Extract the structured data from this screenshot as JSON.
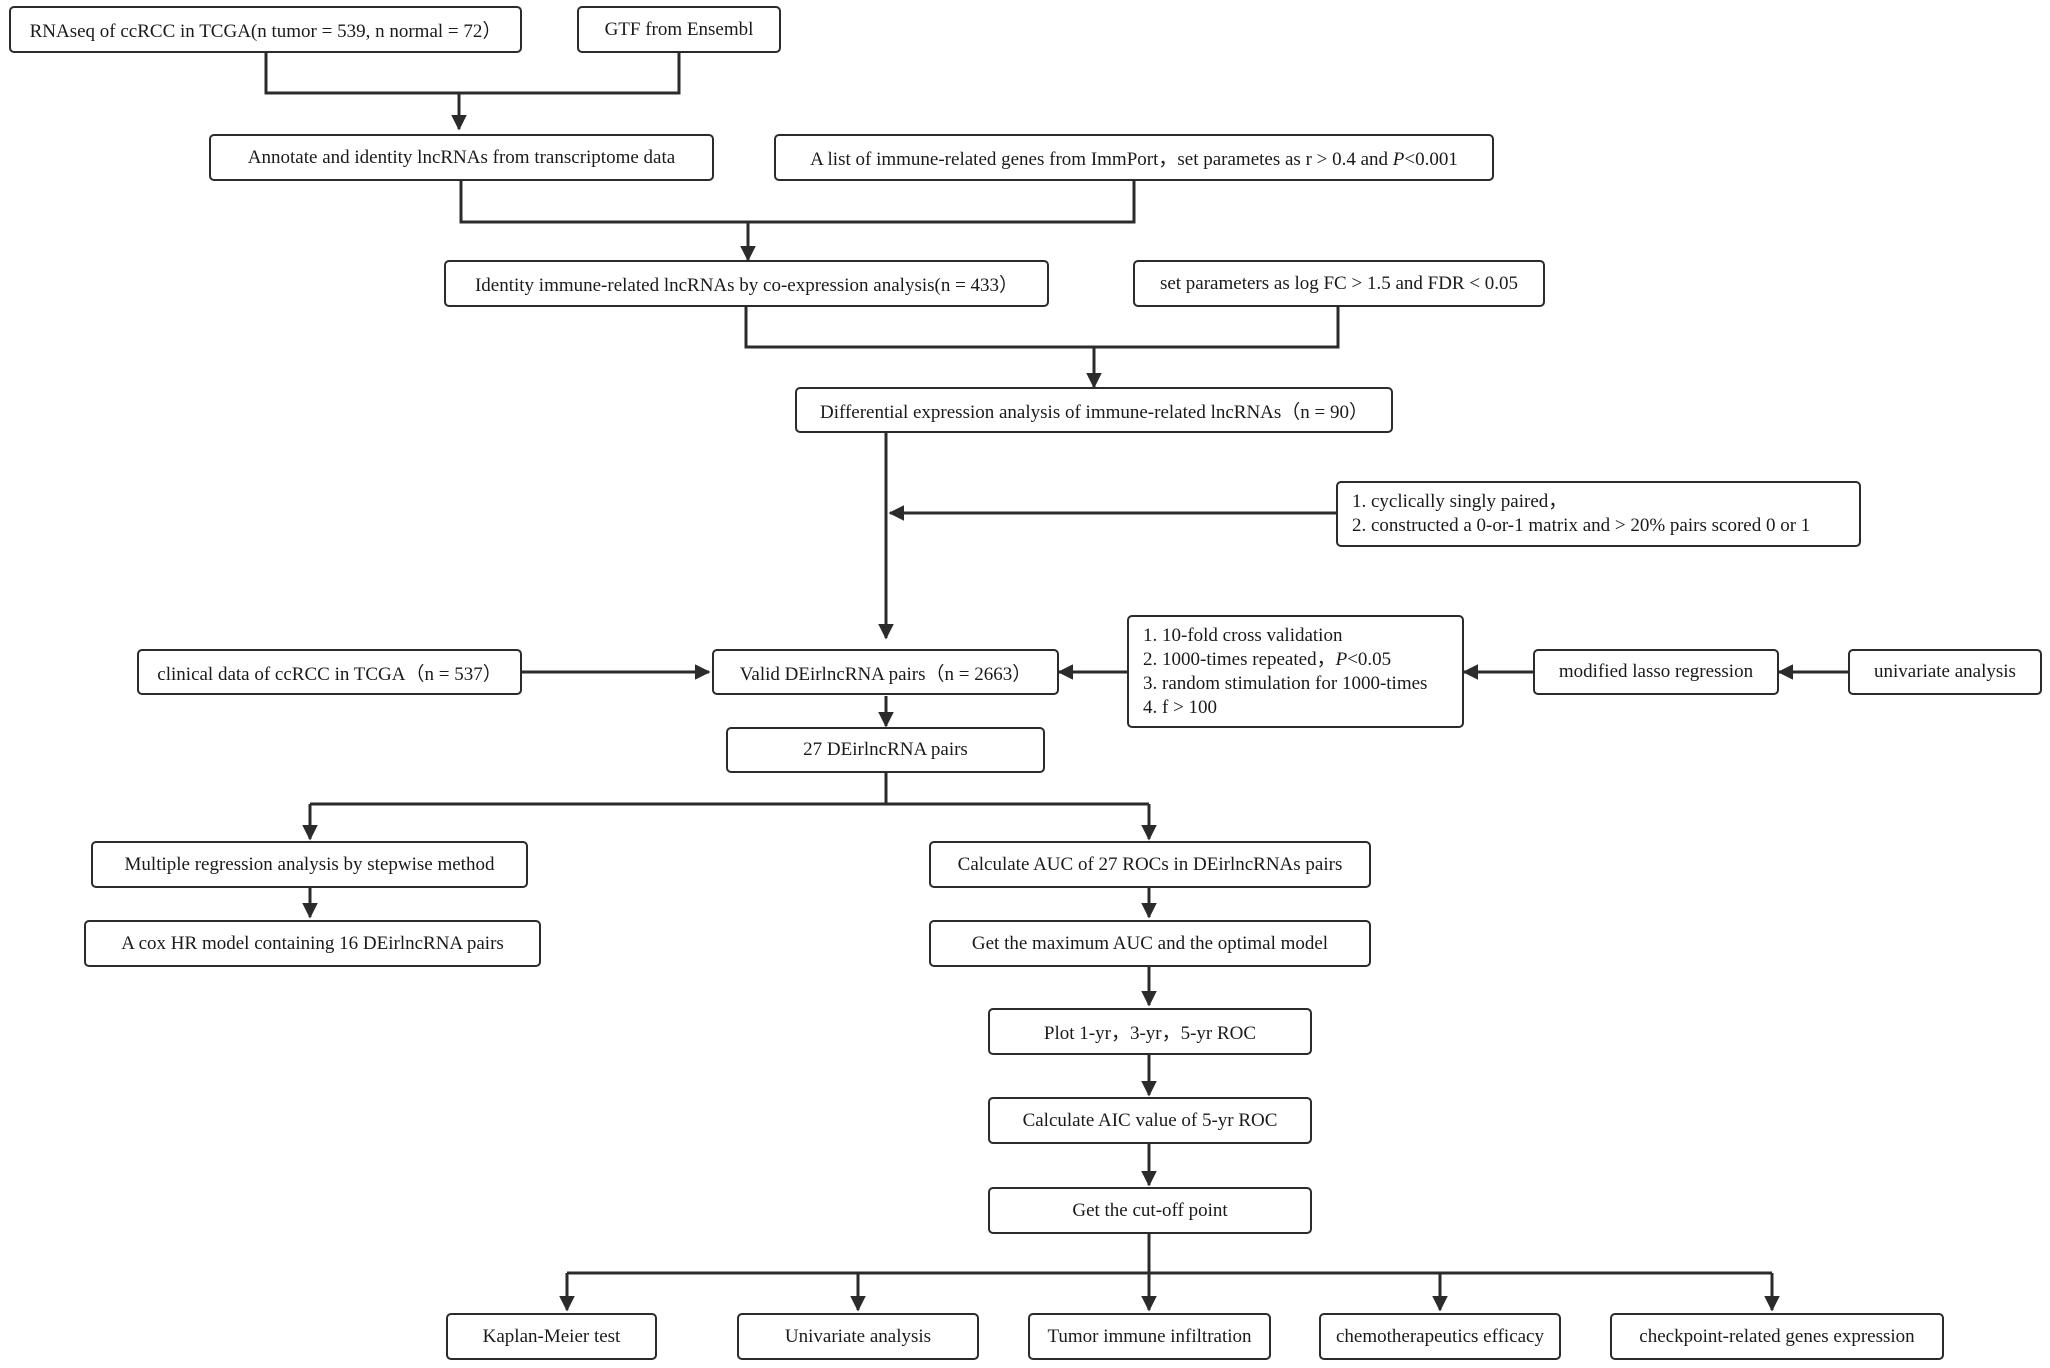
{
  "nodes": {
    "rnaseq": "RNAseq of ccRCC in TCGA(n tumor = 539, n normal = 72）",
    "gtf": "GTF from Ensembl",
    "annotate": "Annotate and identity lncRNAs from transcriptome data",
    "immport": {
      "before": "A list of immune-related genes from ImmPort，set  parametes as r > 0.4 and ",
      "p": "P",
      "after": "<0.001"
    },
    "coexpr": "Identity immune-related lncRNAs by co-expression analysis(n = 433）",
    "params_fc": "set parameters as log FC > 1.5 and FDR < 0.05",
    "diffexpr": "Differential expression analysis of immune-related lncRNAs（n = 90）",
    "pairing": {
      "line1": "1. cyclically singly paired，",
      "line2": "2. constructed a 0-or-1 matrix and  > 20% pairs scored 0 or 1"
    },
    "clinical": "clinical data of ccRCC in TCGA（n = 537）",
    "valid_pairs": "Valid  DEirlncRNA pairs（n =  2663）",
    "lasso_criteria": {
      "line1": "1. 10-fold cross validation",
      "line2_before": "2. 1000-times repeated，",
      "line2_p": "P",
      "line2_after": "<0.05",
      "line3": "3. random stimulation for 1000-times",
      "line4": "4. f > 100"
    },
    "lasso": "modified lasso regression",
    "univariate_top": "univariate analysis",
    "pairs27": "27  DEirlncRNA pairs",
    "multireg": "Multiple regression analysis by stepwise method",
    "coxhr": "A cox HR model containing 16 DEirlncRNA pairs",
    "auc27": "Calculate AUC of 27 ROCs in DEirlncRNAs pairs",
    "maxauc": "Get the maximum AUC and the optimal model",
    "plotroc": "Plot 1-yr，3-yr，5-yr ROC",
    "aic": "Calculate AIC value of 5-yr ROC",
    "cutoff": "Get the cut-off point",
    "km": "Kaplan-Meier test",
    "univariate_bottom": "Univariate analysis",
    "tumor_immune": "Tumor immune infiltration",
    "chemo": "chemotherapeutics efficacy",
    "checkpoint": "checkpoint-related genes expression"
  },
  "colors": {
    "stroke": "#2b2b2b",
    "text": "#1a1a1a",
    "background": "#ffffff"
  }
}
